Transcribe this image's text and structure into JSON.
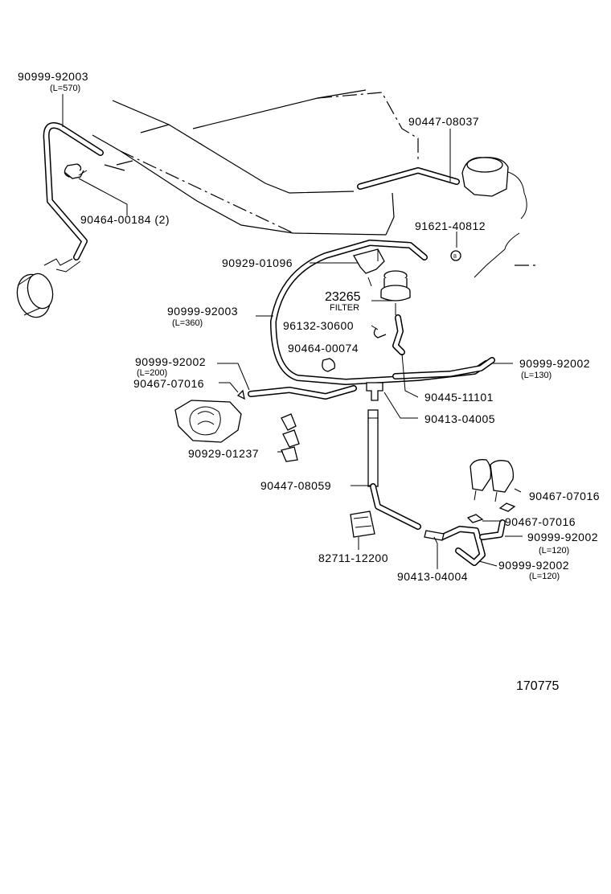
{
  "diagram_number": "170775",
  "labels": {
    "hose_upper_left": "90999-92003",
    "hose_upper_left_len": "(L=570)",
    "clamp_upper_left": "90464-00184 (2)",
    "hose_top_right": "90447-08037",
    "plug": "91621-40812",
    "bracket": "90929-01096",
    "filter_part": "23265",
    "filter_word": "FILTER",
    "hose_loop": "90999-92003",
    "hose_loop_len": "(L=360)",
    "clip_96132": "96132-30600",
    "clamp_mid": "90464-00074",
    "hose_left": "90999-92002",
    "hose_left_len": "(L=200)",
    "clip_left": "90467-07016",
    "hose_right": "90999-92002",
    "hose_right_len": "(L=130)",
    "hose_filter": "90445-11101",
    "union_upper": "90413-04005",
    "clamp_bracket": "90929-01237",
    "hose_vertical": "90447-08059",
    "clip_right_upper": "90467-07016",
    "clip_right_lower": "90467-07016",
    "hose_right_a": "90999-92002",
    "hose_right_a_len": "(L=120)",
    "hose_right_b": "90999-92002",
    "hose_right_b_len": "(L=120)",
    "union_lower": "90413-04004",
    "vsv": "82711-12200"
  }
}
